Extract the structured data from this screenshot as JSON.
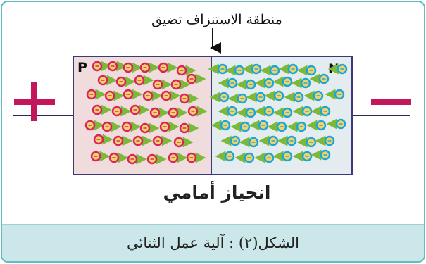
{
  "callout_label": "منطقة الاستنزاف تضيق",
  "p_label": "P",
  "n_label": "N",
  "plus_terminal": "+",
  "minus_terminal": "−",
  "bias_label": "انحياز أمامي",
  "caption": "الشكل(٢) : آلية عمل الثنائي",
  "colors": {
    "frame_border": "#62bcc2",
    "caption_bg": "#cbe7ea",
    "p_region_bg": "#f0dcdc",
    "n_region_bg": "#e4ecf0",
    "hole_ring": "#d8235e",
    "electron_ring": "#1aa6d6",
    "particle_core": "#f2d36b",
    "arrow": "#7cb83a",
    "plus_sign": "#c2185b",
    "minus_sign": "#c2185b",
    "box_border": "#3a3a7a"
  },
  "icons": {
    "hole": "hole-carrier-icon",
    "electron": "electron-carrier-icon"
  }
}
